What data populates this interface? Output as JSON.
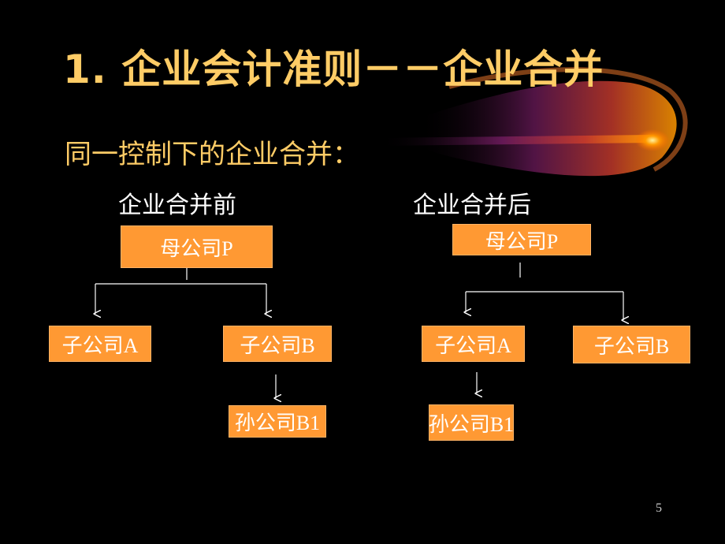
{
  "title": "1. 企业会计准则－－企业合并",
  "subtitle": "同一控制下的企业合并：",
  "before": {
    "heading": "企业合并前",
    "parent": "母公司P",
    "sub_a": "子公司A",
    "sub_b": "子公司B",
    "grand_b1": "孙公司B1"
  },
  "after": {
    "heading": "企业合并后",
    "parent": "母公司P",
    "sub_a": "子公司A",
    "sub_b": "子公司B",
    "grand_b1": "孙公司B1"
  },
  "page_number": "5",
  "colors": {
    "background": "#000000",
    "title": "#ffcc66",
    "box_fill": "#ff9933",
    "text": "#ffffff"
  }
}
